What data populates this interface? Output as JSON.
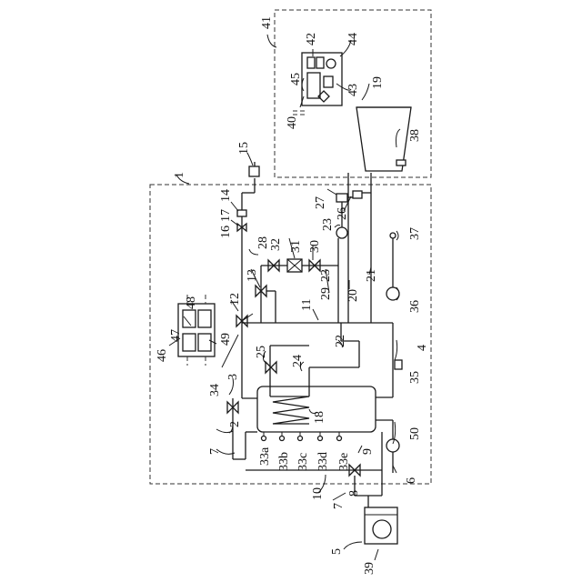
{
  "labels": {
    "l1": "1",
    "l2": "2",
    "l3": "3",
    "l4": "4",
    "l5": "5",
    "l6": "6",
    "l7a": "7",
    "l7b": "7",
    "l8": "8",
    "l9": "9",
    "l10": "10",
    "l11": "11",
    "l12": "12",
    "l13": "13",
    "l14": "14",
    "l15": "15",
    "l16": "16",
    "l17": "17",
    "l18": "18",
    "l19": "19",
    "l20": "20",
    "l21": "21",
    "l22": "22",
    "l23a": "23",
    "l23b": "23",
    "l24": "24",
    "l25": "25",
    "l26": "26",
    "l27": "27",
    "l28": "28",
    "l29": "29",
    "l30": "30",
    "l31": "31",
    "l32": "32",
    "l33a": "33a",
    "l33b": "33b",
    "l33c": "33c",
    "l33d": "33d",
    "l33e": "33e",
    "l34": "34",
    "l35": "35",
    "l36": "36",
    "l37": "37",
    "l38": "38",
    "l39": "39",
    "l40": "40",
    "l41": "41",
    "l42": "42",
    "l43": "43",
    "l44": "44",
    "l45": "45",
    "l46": "46",
    "l47": "47",
    "l48": "48",
    "l49": "49",
    "l50": "50"
  }
}
